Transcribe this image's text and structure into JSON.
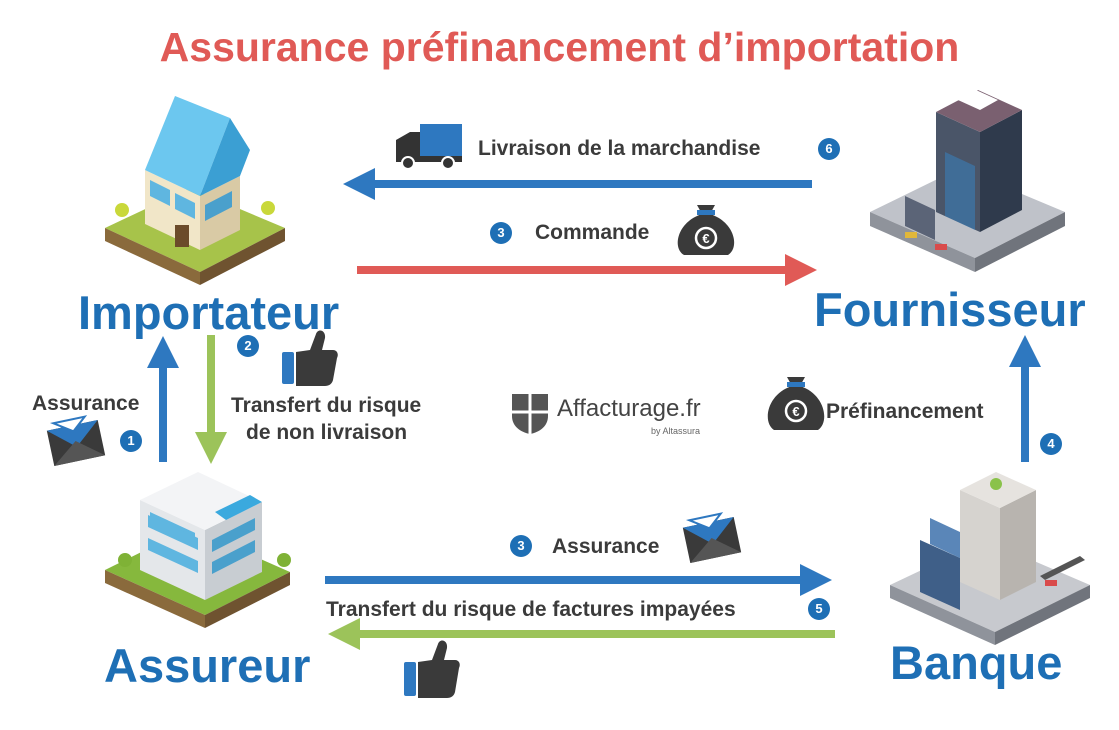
{
  "title": "Assurance préfinancement d’importation",
  "actors": {
    "importateur": "Importateur",
    "fournisseur": "Fournisseur",
    "assureur": "Assureur",
    "banque": "Banque"
  },
  "flows": {
    "livraison": {
      "label": "Livraison de la marchandise",
      "step": "6"
    },
    "commande": {
      "label": "Commande",
      "step": "3"
    },
    "transfert_livraison": {
      "label_line1": "Transfert du risque",
      "label_line2": "de non livraison",
      "step": "2"
    },
    "assurance_importateur": {
      "label": "Assurance",
      "step": "1"
    },
    "prefinancement": {
      "label": "Préfinancement",
      "step": "4"
    },
    "assurance_banque": {
      "label": "Assurance",
      "step": "3"
    },
    "transfert_factures": {
      "label": "Transfert du risque de factures impayées",
      "step": "5"
    }
  },
  "logo": {
    "name": "Affacturage.fr",
    "sub": "by Altassura"
  },
  "colors": {
    "title": "#e05a56",
    "blue": "#2e78c0",
    "red": "#e05a56",
    "green": "#9cc35a",
    "actor_text": "#1e6fb5"
  }
}
